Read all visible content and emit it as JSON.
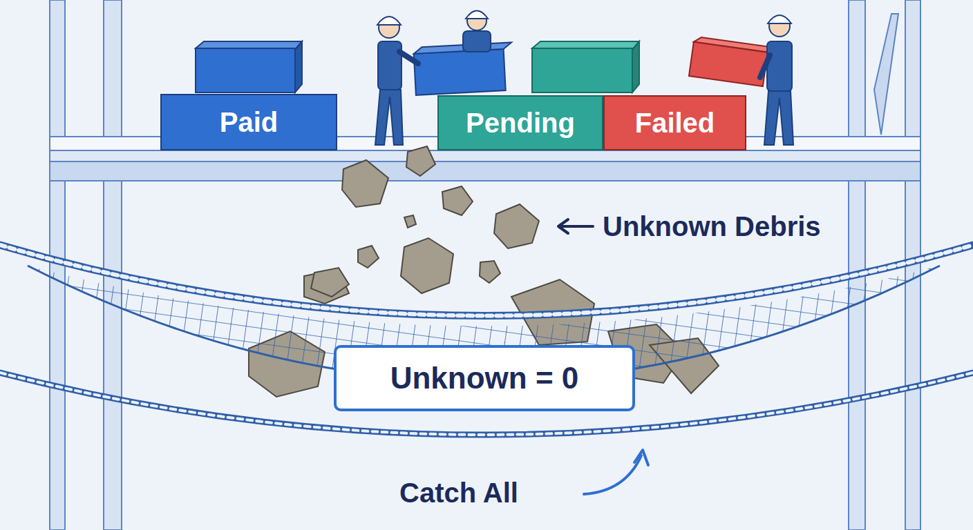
{
  "diagram": {
    "nodes": [
      {
        "text": [
          "Paid"
        ]
      },
      {
        "text": [
          "Pending"
        ]
      },
      {
        "text": [
          "Failed"
        ]
      },
      {
        "text": [
          "Unknown = 0"
        ]
      }
    ],
    "labels": [
      "Unknown Debris",
      "Catch All"
    ]
  }
}
